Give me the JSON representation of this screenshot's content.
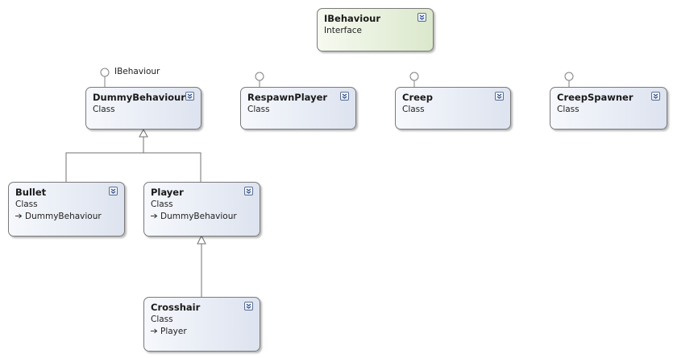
{
  "shapes": {
    "ibehaviour": {
      "name": "IBehaviour",
      "kind": "Interface"
    },
    "dummy_behaviour": {
      "name": "DummyBehaviour",
      "kind": "Class",
      "lollipop": "IBehaviour"
    },
    "respawn_player": {
      "name": "RespawnPlayer",
      "kind": "Class"
    },
    "creep": {
      "name": "Creep",
      "kind": "Class"
    },
    "creep_spawner": {
      "name": "CreepSpawner",
      "kind": "Class"
    },
    "bullet": {
      "name": "Bullet",
      "kind": "Class",
      "base": "DummyBehaviour"
    },
    "player": {
      "name": "Player",
      "kind": "Class",
      "base": "DummyBehaviour"
    },
    "crosshair": {
      "name": "Crosshair",
      "kind": "Class",
      "base": "Player"
    }
  },
  "colors": {
    "class_fill_start": "#f6f8fc",
    "class_fill_end": "#dde3ef",
    "interface_fill_start": "#f6faf0",
    "interface_fill_end": "#dbe8cc",
    "border": "#7a7a7a",
    "connector": "#707070"
  },
  "icons": {
    "expand_toggle": "double-chevron-down-icon",
    "inheritance_arrow": "right-arrow-icon"
  }
}
